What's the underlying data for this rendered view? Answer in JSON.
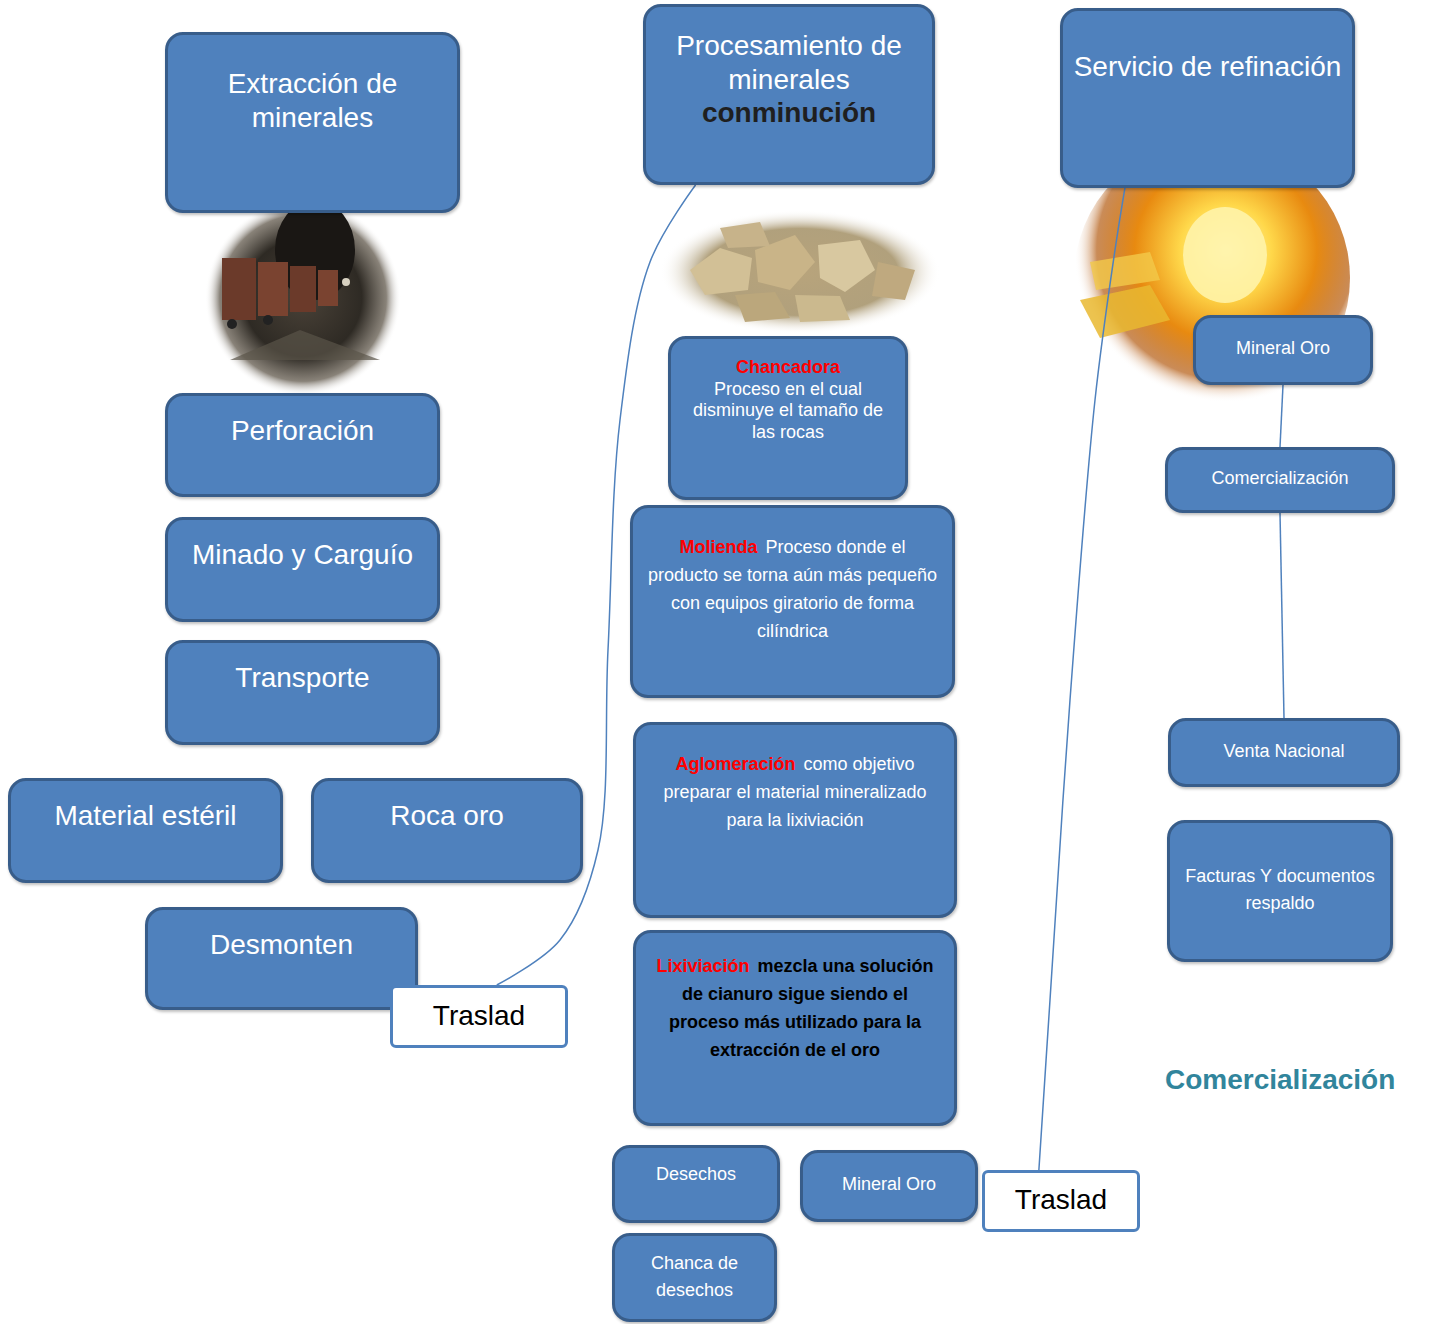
{
  "diagram": {
    "nodes": [
      {
        "text": [
          "Extracción de minerales"
        ]
      },
      {
        "text": [
          "Perforación"
        ]
      },
      {
        "text": [
          "Minado y Carguío"
        ]
      },
      {
        "text": [
          "Transporte"
        ]
      },
      {
        "text": [
          "Material estéril"
        ]
      },
      {
        "text": [
          "Roca oro"
        ]
      },
      {
        "text": [
          "Desmonten"
        ]
      },
      {
        "text": [
          "Traslad"
        ]
      },
      {
        "text": [
          "Procesamiento de minerales",
          "conminución"
        ]
      },
      {
        "text": [
          "Chancadora",
          "Proceso en el cual disminuye el tamaño de las rocas"
        ]
      },
      {
        "text": [
          "Molienda",
          "Proceso donde el producto se torna aún más pequeño con equipos giratorio de forma cilíndrica"
        ]
      },
      {
        "text": [
          "Aglomeración",
          "como objetivo preparar el material mineralizado para la lixiviación"
        ]
      },
      {
        "text": [
          "Lixiviación",
          "mezcla una solución de cianuro sigue siendo el proceso más utilizado para la extracción de el oro"
        ]
      },
      {
        "text": [
          "Desechos"
        ]
      },
      {
        "text": [
          "Mineral Oro"
        ]
      },
      {
        "text": [
          "Traslad"
        ]
      },
      {
        "text": [
          "Chanca de desechos"
        ]
      },
      {
        "text": [
          "Servicio de refinación"
        ]
      },
      {
        "text": [
          "Mineral Oro"
        ]
      },
      {
        "text": [
          "Comercialización"
        ]
      },
      {
        "text": [
          "Venta Nacional"
        ]
      },
      {
        "text": [
          "Facturas Y documentos respaldo"
        ]
      }
    ],
    "edges": [
      {
        "from": 7,
        "to": 8,
        "arrow": "none"
      },
      {
        "from": 15,
        "to": 17,
        "arrow": "none"
      },
      {
        "from": 18,
        "to": 19,
        "arrow": "none"
      },
      {
        "from": 19,
        "to": 20,
        "arrow": "none"
      }
    ],
    "labels": [
      "Comercialización"
    ]
  }
}
